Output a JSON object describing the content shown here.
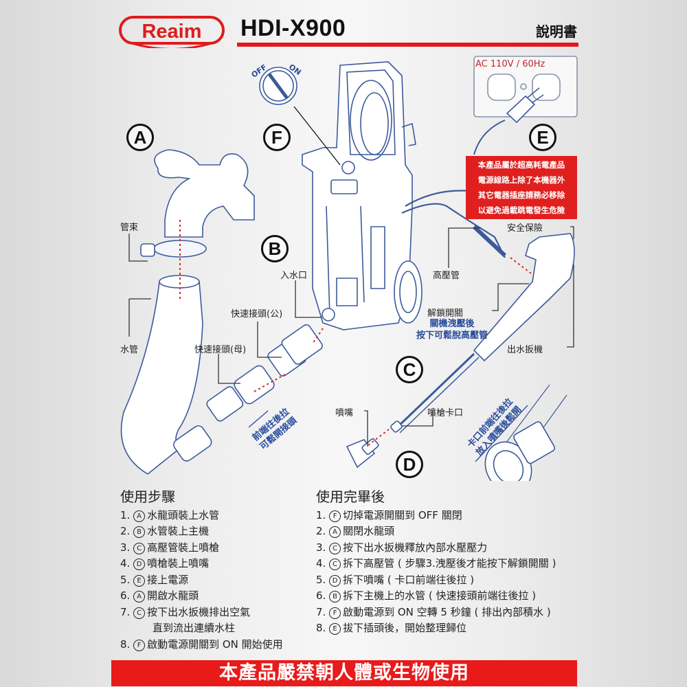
{
  "header": {
    "brand": "Reaim",
    "model": "HDI-X900",
    "doc_title": "說明書",
    "accent_color": "#e01b1b"
  },
  "diagram": {
    "markers": {
      "A": "A",
      "B": "B",
      "C": "C",
      "D": "D",
      "E": "E",
      "F": "F"
    },
    "switch": {
      "off": "OFF",
      "on": "ON"
    },
    "power": {
      "spec": "AC 110V / 60Hz"
    },
    "warning_box": {
      "lines": [
        "本產品屬於超高耗電產品",
        "電源線路上除了本機器外",
        "其它電器插座請務必移除",
        "以避免過載跳電發生危險"
      ],
      "color": "#e0201e"
    },
    "labels": {
      "hose_clamp": "管束",
      "water_hose": "水管",
      "inlet": "入水口",
      "quick_male": "快速接頭(公)",
      "quick_female": "快速接頭(母)",
      "high_pressure_hose": "高壓管",
      "safety_lock": "安全保險",
      "unlock_switch": "解鎖開關",
      "trigger": "出水扳機",
      "nozzle": "噴嘴",
      "gun_clip": "噴槍卡口"
    },
    "notes": {
      "unlock_note": [
        "關機洩壓後",
        "按下可鬆脫高壓管"
      ],
      "coupler_note": [
        "前端往後拉",
        "可鬆開接頭"
      ],
      "nozzle_note": [
        "卡口前端往後拉",
        "放入噴嘴後鬆開"
      ],
      "note_color": "#2a4c9b"
    }
  },
  "usage_steps": {
    "title": "使用步驟",
    "items": [
      {
        "num": "1.",
        "mark": "A",
        "text": "水龍頭裝上水管"
      },
      {
        "num": "2.",
        "mark": "B",
        "text": "水管裝上主機"
      },
      {
        "num": "3.",
        "mark": "C",
        "text": "高壓管裝上噴槍"
      },
      {
        "num": "4.",
        "mark": "D",
        "text": "噴槍裝上噴嘴"
      },
      {
        "num": "5.",
        "mark": "E",
        "text": "接上電源"
      },
      {
        "num": "6.",
        "mark": "A",
        "text": "開啟水龍頭"
      },
      {
        "num": "7.",
        "mark": "C",
        "text": "按下出水扳機排出空氣",
        "text2": "直到流出連續水柱"
      },
      {
        "num": "8.",
        "mark": "F",
        "text": "啟動電源開關到 ON 開始使用"
      }
    ]
  },
  "after_use": {
    "title": "使用完畢後",
    "items": [
      {
        "num": "1.",
        "mark": "F",
        "text": "切掉電源開關到 OFF 關閉"
      },
      {
        "num": "2.",
        "mark": "A",
        "text": "關閉水龍頭"
      },
      {
        "num": "3.",
        "mark": "C",
        "text": "按下出水扳機釋放內部水壓壓力"
      },
      {
        "num": "4.",
        "mark": "C",
        "text": "拆下高壓管 ( 步驟3.洩壓後才能按下解鎖開關 )"
      },
      {
        "num": "5.",
        "mark": "D",
        "text": "拆下噴嘴 ( 卡口前端往後拉 )"
      },
      {
        "num": "6.",
        "mark": "B",
        "text": "拆下主機上的水管 ( 快速接頭前端往後拉 )"
      },
      {
        "num": "7.",
        "mark": "F",
        "text": "啟動電源到 ON 空轉 5 秒鐘 ( 排出內部積水 )"
      },
      {
        "num": "8.",
        "mark": "E",
        "text": "拔下插頭後，開始整理歸位"
      }
    ]
  },
  "footer_banner": {
    "text": "本產品嚴禁朝人體或生物使用",
    "color": "#e81a1a"
  }
}
